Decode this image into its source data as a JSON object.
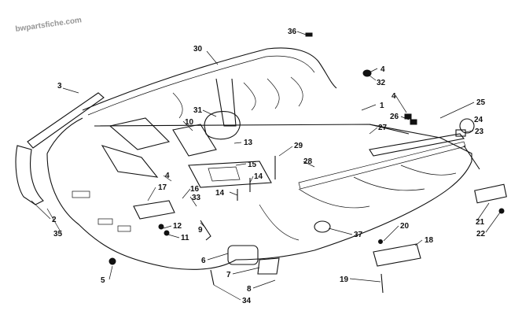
{
  "watermark": "bwpartsfiche.com",
  "callouts": [
    {
      "id": "c36",
      "label": "36"
    },
    {
      "id": "c4a",
      "label": "4"
    },
    {
      "id": "c32",
      "label": "32"
    },
    {
      "id": "c30",
      "label": "30"
    },
    {
      "id": "c3",
      "label": "3"
    },
    {
      "id": "c1",
      "label": "1"
    },
    {
      "id": "c4b",
      "label": "4"
    },
    {
      "id": "c25",
      "label": "25"
    },
    {
      "id": "c26",
      "label": "26"
    },
    {
      "id": "c24",
      "label": "24"
    },
    {
      "id": "c31",
      "label": "31"
    },
    {
      "id": "c10",
      "label": "10"
    },
    {
      "id": "c27",
      "label": "27"
    },
    {
      "id": "c23",
      "label": "23"
    },
    {
      "id": "c13",
      "label": "13"
    },
    {
      "id": "c29",
      "label": "29"
    },
    {
      "id": "c28",
      "label": "28"
    },
    {
      "id": "c15",
      "label": "15"
    },
    {
      "id": "c4c",
      "label": "4"
    },
    {
      "id": "c14a",
      "label": "14"
    },
    {
      "id": "c14b",
      "label": "14"
    },
    {
      "id": "c17",
      "label": "17"
    },
    {
      "id": "c16",
      "label": "16"
    },
    {
      "id": "c33",
      "label": "33"
    },
    {
      "id": "c2",
      "label": "2"
    },
    {
      "id": "c12",
      "label": "12"
    },
    {
      "id": "c9",
      "label": "9"
    },
    {
      "id": "c35",
      "label": "35"
    },
    {
      "id": "c11",
      "label": "11"
    },
    {
      "id": "c37",
      "label": "37"
    },
    {
      "id": "c21",
      "label": "21"
    },
    {
      "id": "c22",
      "label": "22"
    },
    {
      "id": "c20",
      "label": "20"
    },
    {
      "id": "c18",
      "label": "18"
    },
    {
      "id": "c6",
      "label": "6"
    },
    {
      "id": "c5",
      "label": "5"
    },
    {
      "id": "c7",
      "label": "7"
    },
    {
      "id": "c8",
      "label": "8"
    },
    {
      "id": "c19",
      "label": "19"
    },
    {
      "id": "c34",
      "label": "34"
    }
  ]
}
